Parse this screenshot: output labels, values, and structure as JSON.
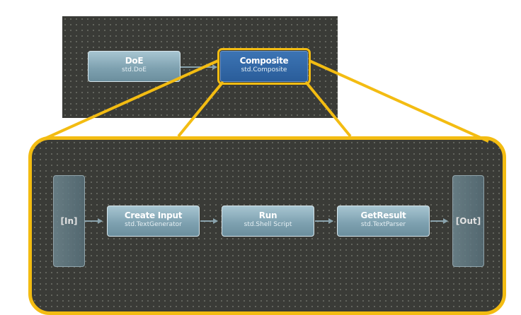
{
  "top_diagram": {
    "nodes": [
      {
        "title": "DoE",
        "type": "std.DoE"
      },
      {
        "title": "Composite",
        "type": "std.Composite"
      }
    ]
  },
  "composite_detail": {
    "input_port": "[In]",
    "output_port": "[Out]",
    "nodes": [
      {
        "title": "Create Input",
        "type": "std.TextGenerator"
      },
      {
        "title": "Run",
        "type": "std.Shell Script"
      },
      {
        "title": "GetResult",
        "type": "std.TextParser"
      }
    ]
  },
  "colors": {
    "highlight": "#f3bc12",
    "canvas": "#3a3b37",
    "node": "#7fa2b1",
    "selected_node": "#2a5d9a",
    "connector": "#8aa3ad"
  }
}
